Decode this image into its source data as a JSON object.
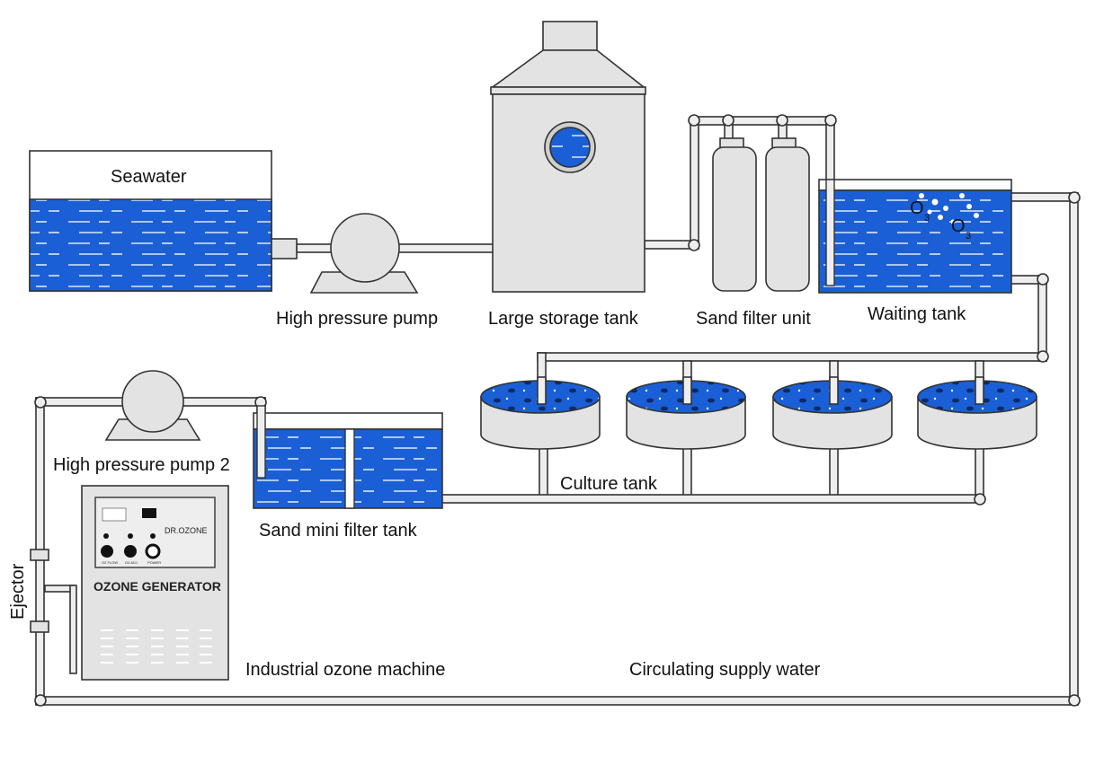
{
  "labels": {
    "seawater": "Seawater",
    "high_pressure_pump": "High pressure pump",
    "large_storage_tank": "Large storage tank",
    "sand_filter_unit": "Sand filter unit",
    "waiting_tank": "Waiting tank",
    "culture_tank": "Culture tank",
    "high_pressure_pump_2": "High pressure pump 2",
    "sand_mini_filter_tank": "Sand mini filter tank",
    "industrial_ozone_machine": "Industrial ozone machine",
    "circulating_supply_water": "Circulating supply water",
    "ejector": "Ejector"
  },
  "ozone_generator": {
    "brand": "DR.OZONE",
    "title": "OZONE GENERATOR",
    "knob_labels": [
      "O2 FLOW",
      "O3 ADJ",
      "POWER"
    ]
  },
  "ozone_symbol": {
    "letter": "O",
    "subscript": "3"
  },
  "colors": {
    "water": "#1a5fd6",
    "water_light": "#2e73e0",
    "equipment_gray": "#e3e3e3",
    "outline": "#333333",
    "pipe": "#eeeeee"
  }
}
